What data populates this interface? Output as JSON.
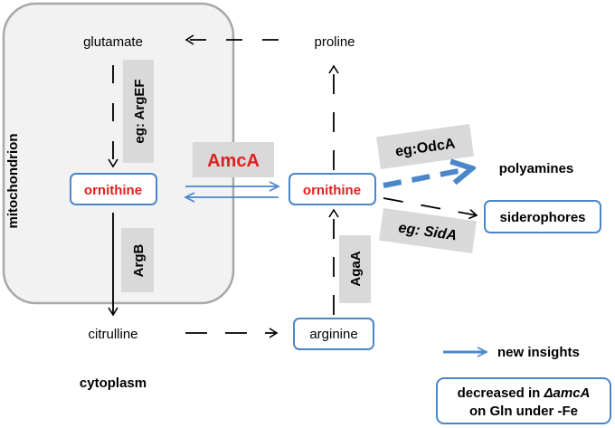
{
  "compartments": {
    "mitochondrion": "mitochondrion",
    "cytoplasm": "cytoplasm"
  },
  "metabolites": {
    "glutamate": "glutamate",
    "ornithine_mito": "ornithine",
    "citrulline": "citrulline",
    "proline": "proline",
    "ornithine_cyto": "ornithine",
    "arginine": "arginine",
    "polyamines": "polyamines",
    "siderophores": "siderophores"
  },
  "enzymes": {
    "argef": "eg: ArgEF",
    "argb": "ArgB",
    "amca": "AmcA",
    "agaa": "AgaA",
    "odca": "eg:OdcA",
    "sida": "eg: SidA"
  },
  "legend": {
    "new_insights": "new insights",
    "decreased_line1_prefix": "decreased in ",
    "decreased_line1_italic": "ΔamcA",
    "decreased_line2": "on Gln under -Fe"
  },
  "colors": {
    "blue": "#4a86c8",
    "red": "#e0201e",
    "grey_box": "#d9d9d9",
    "mito_fill": "#f2f2f2",
    "mito_stroke": "#a6a6a6"
  }
}
